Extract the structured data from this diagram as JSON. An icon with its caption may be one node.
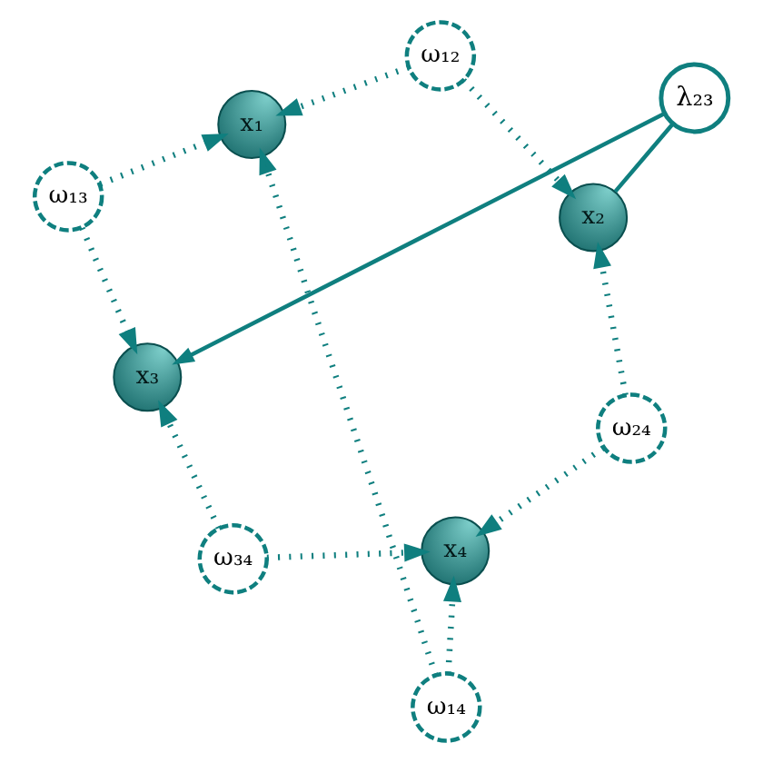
{
  "diagram": {
    "nodes": [
      {
        "text": [
          "ω₁₂"
        ]
      },
      {
        "text": [
          "x₁"
        ]
      },
      {
        "text": [
          "x₂"
        ]
      },
      {
        "text": [
          "λ₂₃"
        ]
      },
      {
        "text": [
          "ω₂₄"
        ]
      },
      {
        "text": [
          "ω₁₄"
        ]
      },
      {
        "text": [
          "ω₁₃"
        ]
      },
      {
        "text": [
          "x₃"
        ]
      },
      {
        "text": [
          "x₄"
        ]
      },
      {
        "text": [
          "ω₃₄"
        ]
      }
    ],
    "edges": [
      {
        "from": 0,
        "to": 1,
        "arrow": "to",
        "style": "dashed"
      },
      {
        "from": 0,
        "to": 2,
        "arrow": "to",
        "style": "dashed"
      },
      {
        "from": 2,
        "to": 3,
        "arrow": "none"
      },
      {
        "from": 3,
        "to": 7,
        "arrow": "to"
      },
      {
        "from": 4,
        "to": 2,
        "arrow": "to",
        "style": "dashed"
      },
      {
        "from": 4,
        "to": 8,
        "arrow": "to",
        "style": "dashed"
      },
      {
        "from": 5,
        "to": 1,
        "arrow": "to",
        "style": "dashed"
      },
      {
        "from": 5,
        "to": 8,
        "arrow": "to",
        "style": "dashed"
      },
      {
        "from": 6,
        "to": 1,
        "arrow": "to",
        "style": "dashed"
      },
      {
        "from": 6,
        "to": 7,
        "arrow": "to",
        "style": "dashed"
      },
      {
        "from": 9,
        "to": 7,
        "arrow": "to",
        "style": "dashed"
      },
      {
        "from": 9,
        "to": 8,
        "arrow": "to",
        "style": "dashed"
      }
    ]
  }
}
